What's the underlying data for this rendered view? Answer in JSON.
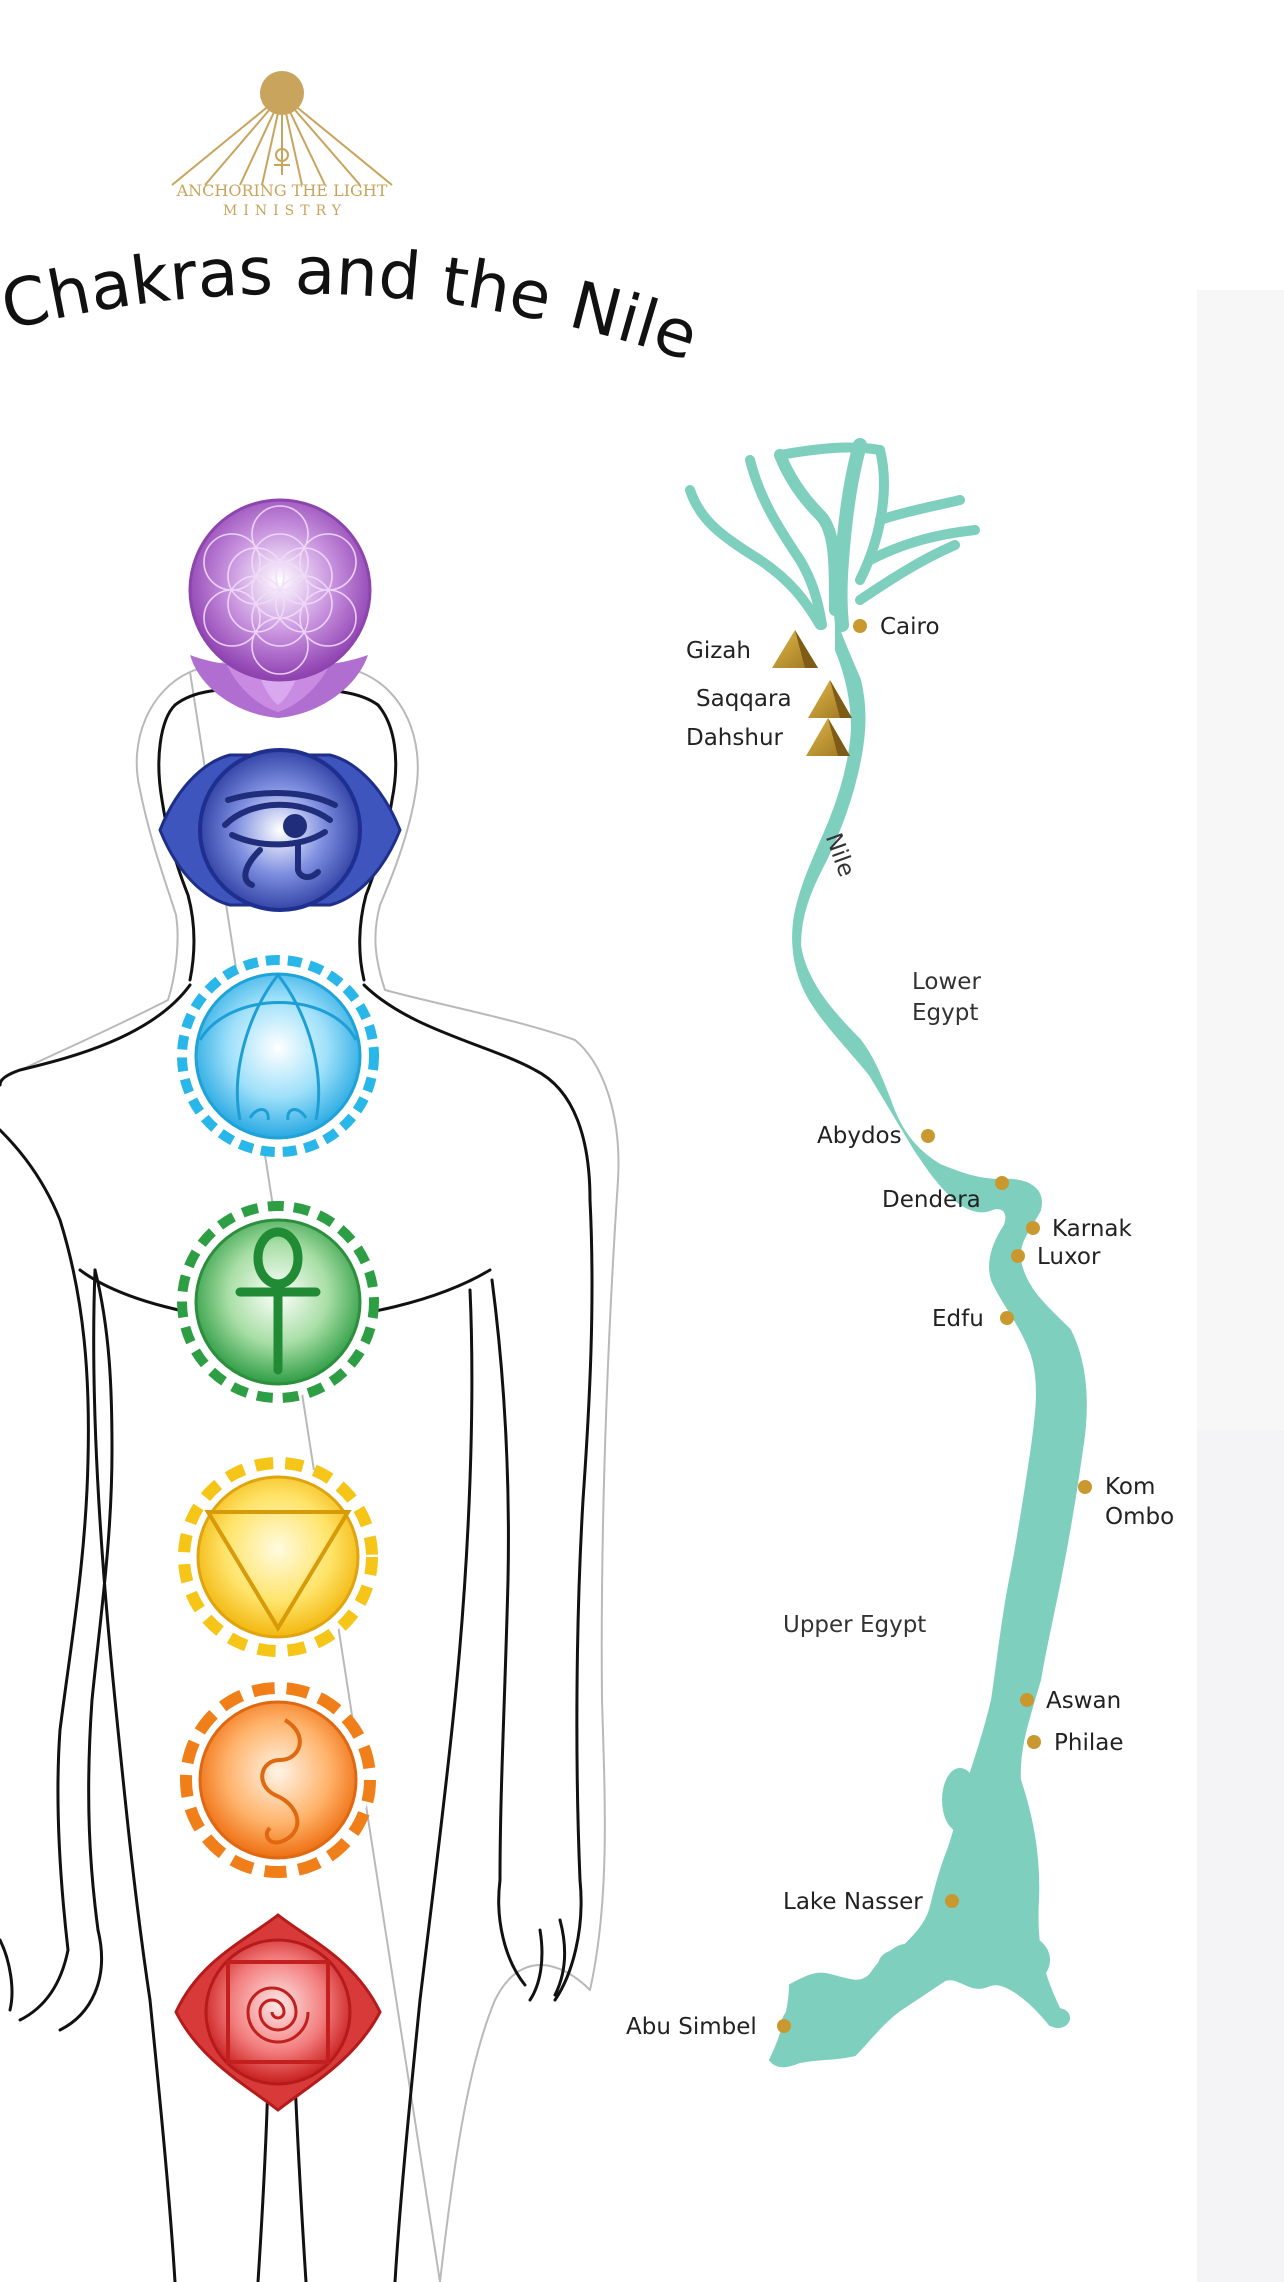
{
  "logo": {
    "name": "ANCHORING THE LIGHT",
    "sub": "MINISTRY",
    "color": "#c8a45c"
  },
  "title": "Chakras and the Nile",
  "map": {
    "river_label": "Nile",
    "river_color": "#7ecfbe",
    "marker_color": "#c9992f",
    "places": [
      {
        "key": "cairo",
        "label": "Cairo"
      },
      {
        "key": "gizah",
        "label": "Gizah"
      },
      {
        "key": "saqqara",
        "label": "Saqqara"
      },
      {
        "key": "dahshur",
        "label": "Dahshur"
      },
      {
        "key": "abydos",
        "label": "Abydos"
      },
      {
        "key": "dendera",
        "label": "Dendera"
      },
      {
        "key": "karnak",
        "label": "Karnak"
      },
      {
        "key": "luxor",
        "label": "Luxor"
      },
      {
        "key": "edfu",
        "label": "Edfu"
      },
      {
        "key": "kom_ombo_1",
        "label": "Kom"
      },
      {
        "key": "kom_ombo_2",
        "label": "Ombo"
      },
      {
        "key": "aswan",
        "label": "Aswan"
      },
      {
        "key": "philae",
        "label": "Philae"
      },
      {
        "key": "lake_nasser",
        "label": "Lake Nasser"
      },
      {
        "key": "abu_simbel",
        "label": "Abu Simbel"
      }
    ],
    "regions": {
      "lower_1": "Lower",
      "lower_2": "Egypt",
      "upper": "Upper Egypt"
    }
  },
  "chakras": [
    {
      "key": "crown",
      "icon": "flower-of-life-lotus-icon",
      "color": "#8e44ad"
    },
    {
      "key": "third-eye",
      "icon": "eye-of-horus-icon",
      "color": "#2f46a8"
    },
    {
      "key": "throat",
      "icon": "throat-spiral-icon",
      "color": "#29b6e8"
    },
    {
      "key": "heart",
      "icon": "ankh-icon",
      "color": "#2e9e44"
    },
    {
      "key": "solar-plexus",
      "icon": "triangle-icon",
      "color": "#f5c518"
    },
    {
      "key": "sacral",
      "icon": "spiral-icon",
      "color": "#f07f1a"
    },
    {
      "key": "root",
      "icon": "square-spiral-icon",
      "color": "#d32525"
    }
  ]
}
